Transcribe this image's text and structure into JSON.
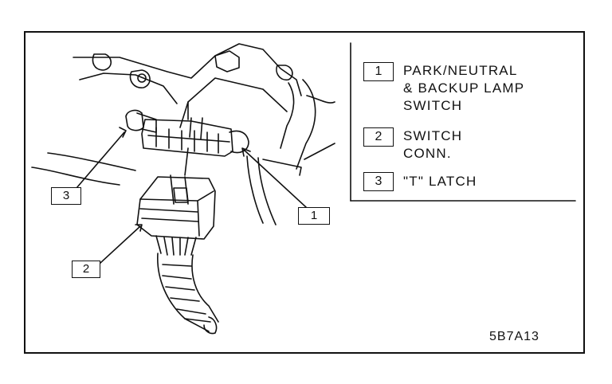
{
  "callouts": [
    {
      "number": "1"
    },
    {
      "number": "2"
    },
    {
      "number": "3"
    }
  ],
  "legend": [
    {
      "number": "1",
      "text": "PARK/NEUTRAL\n& BACKUP LAMP\nSWITCH"
    },
    {
      "number": "2",
      "text": "SWITCH\nCONN."
    },
    {
      "number": "3",
      "text": "\"T\" LATCH"
    }
  ],
  "figure_code": "5B7A13"
}
